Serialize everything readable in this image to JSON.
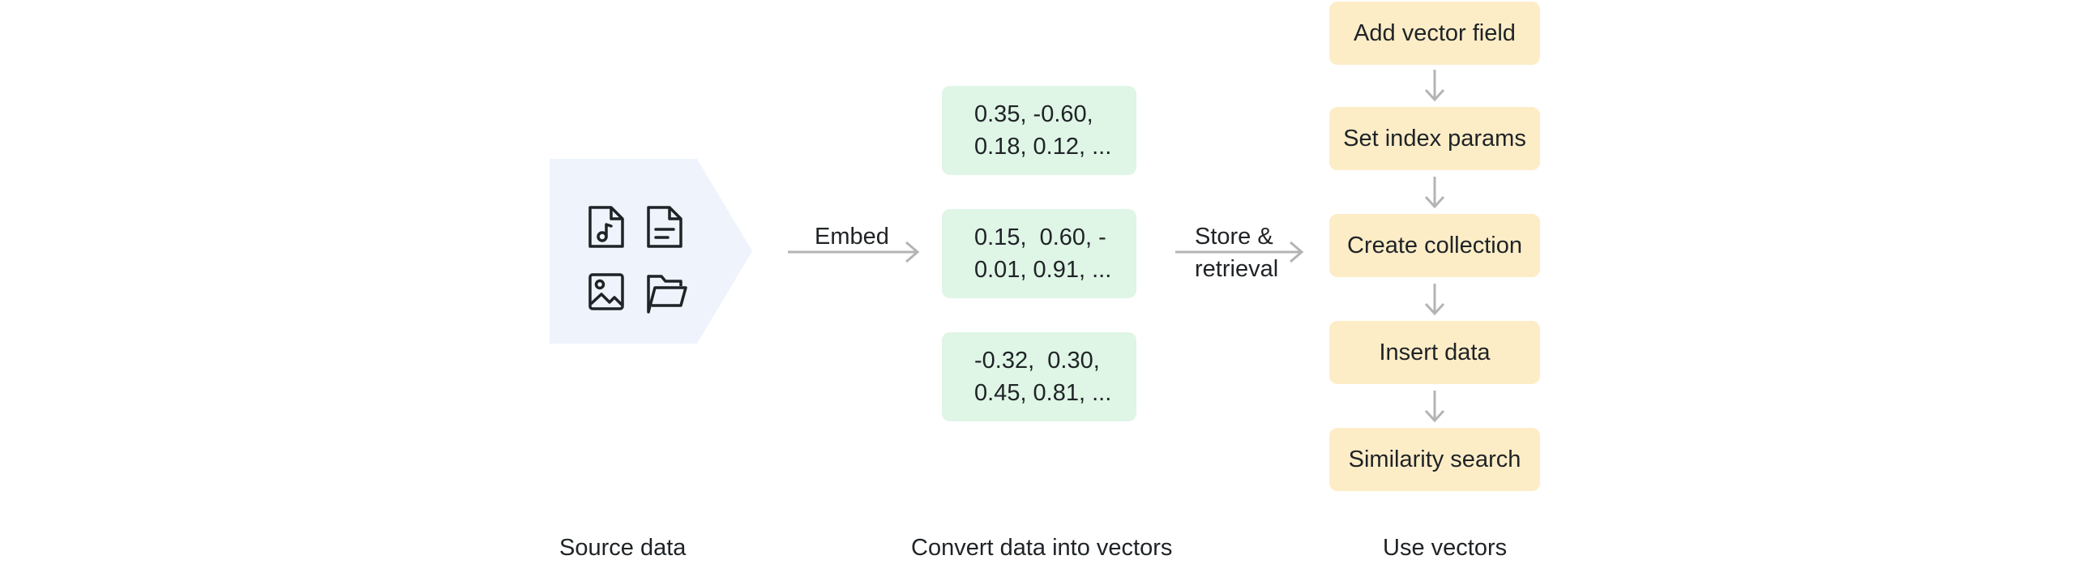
{
  "embed_label": "Embed",
  "store_label": [
    "Store &",
    "retrieval"
  ],
  "vectors": [
    "0.35, -0.60,\n0.18, 0.12, ...",
    "0.15,  0.60, -\n0.01, 0.91, ...",
    "-0.32,  0.30,\n0.45, 0.81, ..."
  ],
  "steps": [
    "Add vector field",
    "Set index params",
    "Create collection",
    "Insert data",
    "Similarity search"
  ],
  "captions": {
    "source": "Source data",
    "convert": "Convert data into vectors",
    "use": "Use vectors"
  },
  "colors": {
    "source_bg": "#eef3fc",
    "vector_bg": "#dff5e6",
    "step_bg": "#fdedc7",
    "arrow": "#b4b4b4",
    "icon": "#1f2326"
  },
  "icons": [
    "audio-file-icon",
    "text-file-icon",
    "image-file-icon",
    "open-folder-icon"
  ]
}
